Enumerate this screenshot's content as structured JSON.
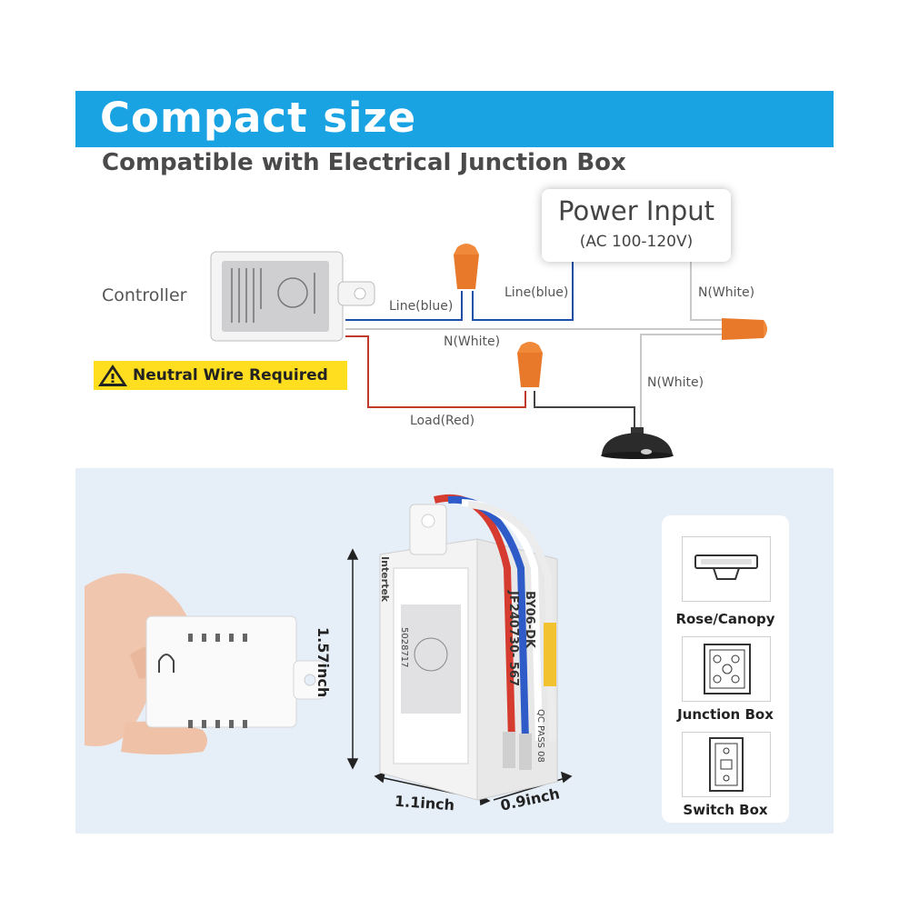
{
  "header": {
    "title": "Compact size",
    "subtitle": "Compatible with Electrical Junction Box"
  },
  "power": {
    "title": "Power Input",
    "subtitle": "(AC 100-120V)"
  },
  "wiring": {
    "controller_label": "Controller",
    "line_blue_left": "Line(blue)",
    "line_blue_right": "Line(blue)",
    "n_white_top": "N(White)",
    "n_white_middle": "N(White)",
    "n_white_lamp": "N(White)",
    "load_red": "Load(Red)"
  },
  "warning": {
    "text": "Neutral Wire Required"
  },
  "dimensions": {
    "height": "1.57inch",
    "width": "1.1inch",
    "depth": "0.9inch"
  },
  "boxes": [
    {
      "label": "Rose/Canopy"
    },
    {
      "label": "Junction Box"
    },
    {
      "label": "Switch Box"
    }
  ],
  "product_label": {
    "brand": "Intertek",
    "model": "BY06-DK",
    "serial": "JF240730- 567",
    "cert": "5028717",
    "qc": "QC PASS 08"
  },
  "colors": {
    "banner": "#1aa3e3",
    "wire_blue": "#1e4fa8",
    "wire_red": "#c0392b",
    "wire_white": "#bdbdbd",
    "connector": "#e8782a",
    "warning_yellow": "#ffdd1f"
  }
}
